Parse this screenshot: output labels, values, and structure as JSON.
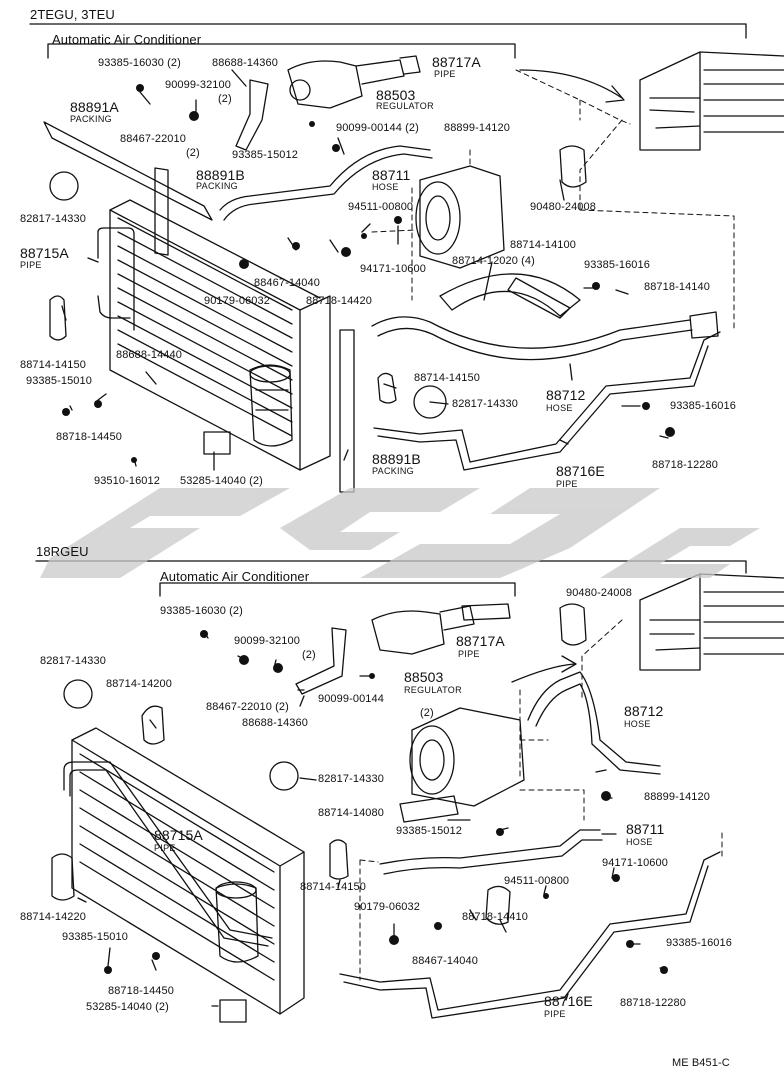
{
  "sections": {
    "top_title": "2TEGU, 3TEU",
    "top_subtitle": "Automatic Air Conditioner",
    "bottom_title": "18RGEU",
    "bottom_subtitle": "Automatic Air Conditioner"
  },
  "words": {
    "pipe": "PIPE",
    "hose": "HOSE",
    "packing": "PACKING",
    "regulator": "REGULATOR"
  },
  "top_labels": {
    "p93385_16030": "93385-16030 (2)",
    "p88688_14360": "88688-14360",
    "p88717A": "88717A",
    "p90099_32100": "90099-32100",
    "p90099_32100_q": "(2)",
    "p88503": "88503",
    "p88891A": "88891A",
    "p88467_22010": "88467-22010",
    "p88467_22010_q": "(2)",
    "p90099_00144": "90099-00144 (2)",
    "p88899_14120": "88899-14120",
    "p93385_15012": "93385-15012",
    "p88711": "88711",
    "p88891B_top": "88891B",
    "p82817_14330": "82817-14330",
    "p94511_00800": "94511-00800",
    "p90480_24008": "90480-24008",
    "p88715A": "88715A",
    "p88714_14100": "88714-14100",
    "p88714_12020": "88714-12020 (4)",
    "p93385_16016": "93385-16016",
    "p88467_14040": "88467-14040",
    "p94171_10600": "94171-10600",
    "p88718_14140": "88718-14140",
    "p90179_06032": "90179-06032",
    "p88718_14420": "88718-14420",
    "p88714_14150": "88714-14150",
    "p88688_14440": "88688-14440",
    "p93385_15010": "93385-15010",
    "p88714_14150b": "88714-14150",
    "p82817_14330b": "82817-14330",
    "p88712": "88712",
    "p93385_16016b": "93385-16016",
    "p88718_14450": "88718-14450",
    "p88718_12280": "88718-12280",
    "p88891B_bot": "88891B",
    "p88716E": "88716E",
    "p93510_16012": "93510-16012",
    "p53285_14040": "53285-14040 (2)"
  },
  "bottom_labels": {
    "p93385_16030": "93385-16030 (2)",
    "p90480_24008": "90480-24008",
    "p90099_32100": "90099-32100",
    "p90099_32100_q": "(2)",
    "p88717A": "88717A",
    "p82817_14330": "82817-14330",
    "p88503": "88503",
    "p88714_14200": "88714-14200",
    "p88467_22010": "88467-22010 (2)",
    "p90099_00144": "90099-00144",
    "p90099_00144_q": "(2)",
    "p88712": "88712",
    "p88688_14360": "88688-14360",
    "p82817_14330b": "82817-14330",
    "p88899_14120": "88899-14120",
    "p88714_14080": "88714-14080",
    "p88715A": "88715A",
    "p93385_15012": "93385-15012",
    "p88711": "88711",
    "p94171_10600": "94171-10600",
    "p88714_14150": "88714-14150",
    "p94511_00800": "94511-00800",
    "p90179_06032": "90179-06032",
    "p88714_14220": "88714-14220",
    "p88718_14410": "88718-14410",
    "p93385_15010": "93385-15010",
    "p93385_16016": "93385-16016",
    "p88467_14040": "88467-14040",
    "p88718_14450": "88718-14450",
    "p88716E": "88716E",
    "p53285_14040": "53285-14040 (2)",
    "p88718_12280": "88718-12280"
  },
  "footer": {
    "code": "ME  B451-C"
  }
}
